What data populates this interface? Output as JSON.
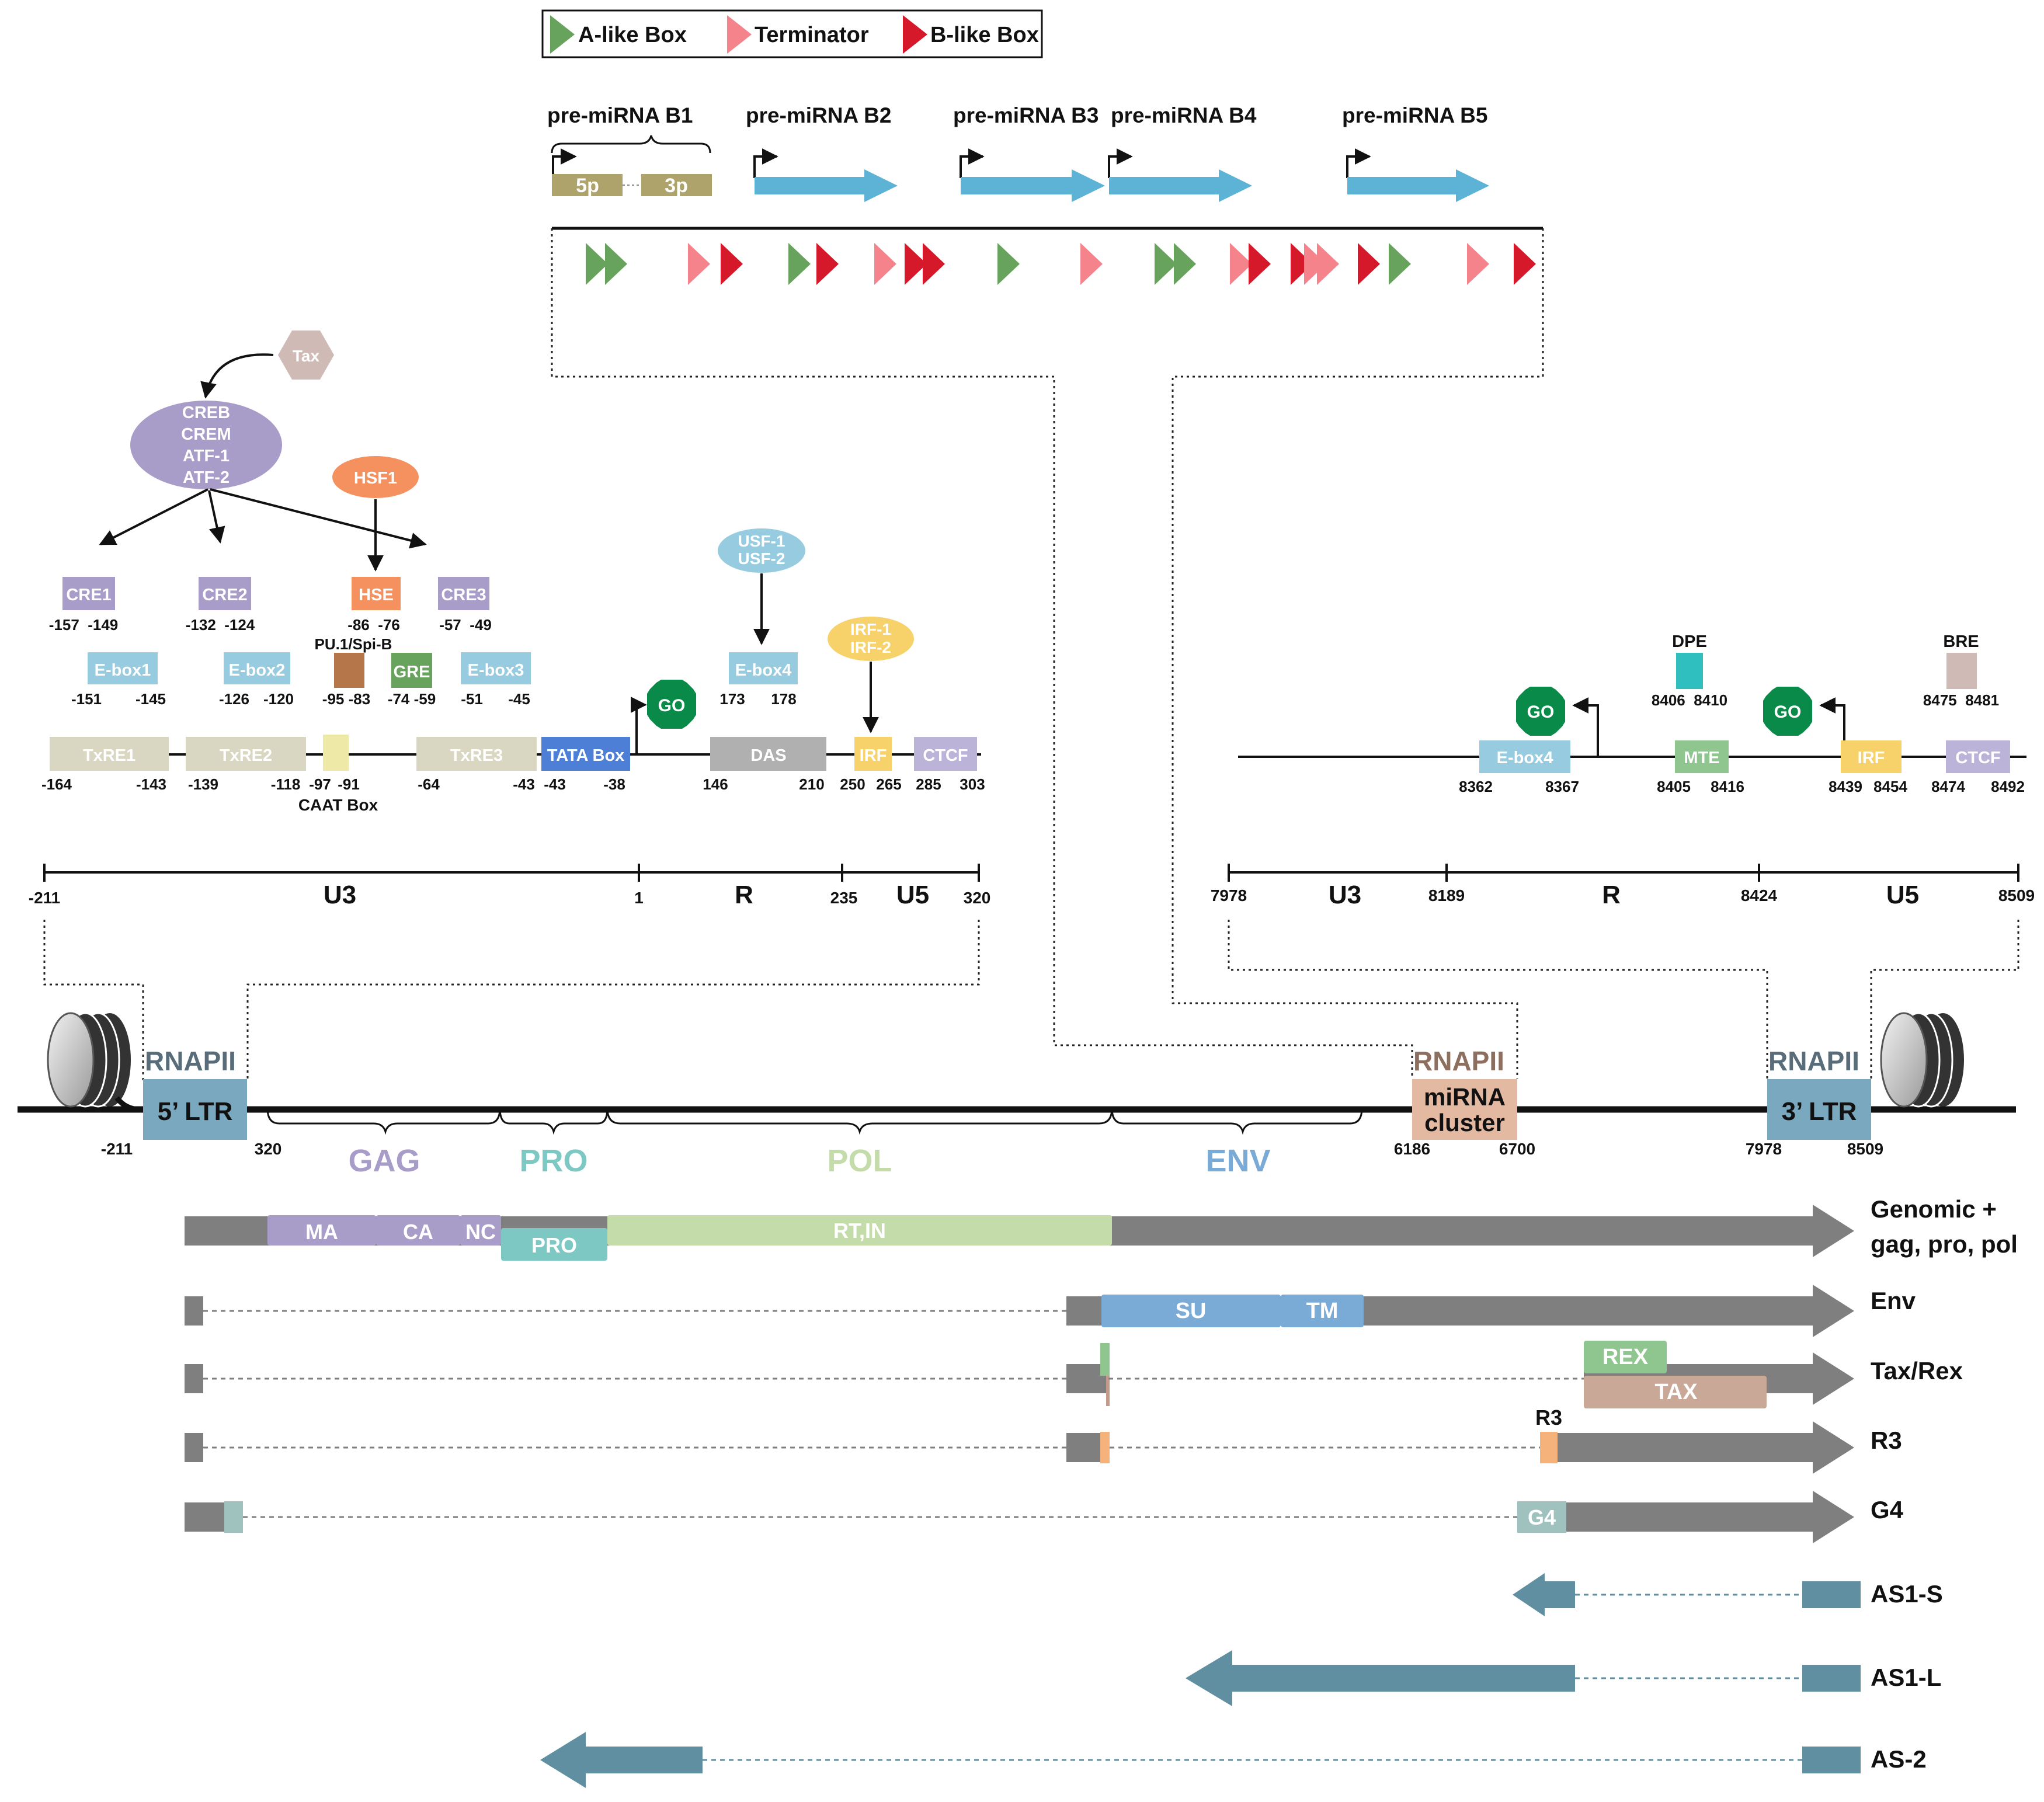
{
  "legend": {
    "items": [
      {
        "label": "A-like Box",
        "color": "#67a35c"
      },
      {
        "label": "Terminator",
        "color": "#f4838b"
      },
      {
        "label": "B-like Box",
        "color": "#d5182a"
      }
    ]
  },
  "mirna": {
    "hairpins": [
      "pre-miRNA B1",
      "pre-miRNA B2",
      "pre-miRNA B3",
      "pre-miRNA B4",
      "pre-miRNA B5"
    ],
    "arms": [
      "5p",
      "3p"
    ],
    "box_sequence": [
      "A",
      "A",
      "T",
      "B",
      "A",
      "B",
      "T",
      "B",
      "B",
      "A",
      "T",
      "A",
      "A",
      "T",
      "B",
      "B",
      "T",
      "T",
      "B",
      "A",
      "T",
      "B"
    ]
  },
  "five_ltr": {
    "tax": "Tax",
    "creb_family": [
      "CREB",
      "CREM",
      "ATF-1",
      "ATF-2"
    ],
    "hsf1": "HSF1",
    "usf": [
      "USF-1",
      "USF-2"
    ],
    "irf_factors": [
      "IRF-1",
      "IRF-2"
    ],
    "cre": [
      {
        "name": "CRE1",
        "coords": "-157  -149"
      },
      {
        "name": "CRE2",
        "coords": "-132  -124"
      },
      {
        "name": "HSE",
        "coords": "-86  -76"
      },
      {
        "name": "CRE3",
        "coords": "-57  -49"
      }
    ],
    "ebox": [
      {
        "name": "E-box1",
        "start": "-151",
        "end": "-145"
      },
      {
        "name": "E-box2",
        "start": "-126",
        "end": "-120"
      },
      {
        "name": "E-box3",
        "start": "-51",
        "end": "-45"
      },
      {
        "name": "E-box4",
        "start": "173",
        "end": "178"
      }
    ],
    "pu1": {
      "name": "PU.1/Spi-B",
      "coords": "-95 -83"
    },
    "gre": {
      "name": "GRE",
      "coords": "-74 -59"
    },
    "go": "GO",
    "elements": [
      {
        "name": "TxRE1",
        "start": "-164",
        "end": "-143"
      },
      {
        "name": "TxRE2",
        "start": "-139",
        "end": "-118"
      },
      {
        "name": "",
        "start": "-97",
        "end": "-91"
      },
      {
        "name": "TxRE3",
        "start": "-64",
        "end": "-43"
      },
      {
        "name": "TATA Box",
        "start": "-43",
        "end": "-38"
      },
      {
        "name": "DAS",
        "start": "146",
        "end": "210"
      },
      {
        "name": "IRF",
        "start": "250",
        "end": "265"
      },
      {
        "name": "CTCF",
        "start": "285",
        "end": "303"
      }
    ],
    "caat": "CAAT Box",
    "scale": {
      "ticks": [
        "-211",
        "1",
        "235",
        "320"
      ],
      "regions": [
        "U3",
        "R",
        "U5"
      ]
    }
  },
  "three_ltr": {
    "dpe": {
      "name": "DPE",
      "coords": "8406  8410"
    },
    "bre": {
      "name": "BRE",
      "coords": "8475  8481"
    },
    "go": "GO",
    "elements": [
      {
        "name": "E-box4",
        "start": "8362",
        "end": "8367"
      },
      {
        "name": "MTE",
        "start": "8405",
        "end": "8416"
      },
      {
        "name": "IRF",
        "start": "8439",
        "end": "8454"
      },
      {
        "name": "CTCF",
        "start": "8474",
        "end": "8492"
      }
    ],
    "scale": {
      "ticks": [
        "7978",
        "8189",
        "8424",
        "8509"
      ],
      "regions": [
        "U3",
        "R",
        "U5"
      ]
    }
  },
  "genome": {
    "rnapii": "RNAPII",
    "ltr5": {
      "label": "5’ LTR",
      "start": "-211",
      "end": "320"
    },
    "mirna_cluster": {
      "label_lines": [
        "miRNA",
        "cluster"
      ],
      "start": "6186",
      "end": "6700"
    },
    "ltr3": {
      "label": "3’ LTR",
      "start": "7978",
      "end": "8509"
    },
    "genes": [
      "GAG",
      "PRO",
      "POL",
      "ENV"
    ]
  },
  "transcripts": {
    "genomic": {
      "name_lines": [
        "Genomic +",
        "gag, pro, pol"
      ],
      "domains": [
        "MA",
        "CA",
        "NC",
        "PRO",
        "RT,IN"
      ]
    },
    "env": {
      "name": "Env",
      "domains": [
        "SU",
        "TM"
      ]
    },
    "taxrex": {
      "name": "Tax/Rex",
      "domains": [
        "REX",
        "TAX"
      ]
    },
    "r3": {
      "name": "R3",
      "label": "R3"
    },
    "g4": {
      "name": "G4",
      "label": "G4"
    },
    "antisense": [
      "AS1-S",
      "AS1-L",
      "AS-2"
    ]
  },
  "colors": {
    "a_box": "#67a35c",
    "terminator": "#f4838b",
    "b_box": "#d5182a",
    "arrow_blue": "#5db3d5",
    "mirna_arm": "#aea36a",
    "ltr_box": "#7aa8bf",
    "cluster_box": "#e4b9a2",
    "transcript_gray": "#7f7f7f",
    "antisense": "#5f8fa0"
  }
}
